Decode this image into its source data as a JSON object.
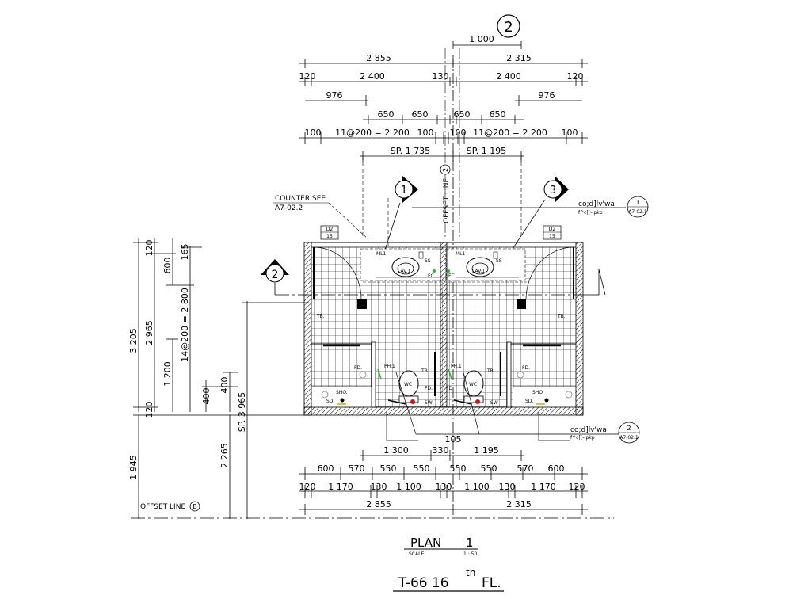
{
  "section_marks": {
    "top": "2",
    "left": "2",
    "detail_1": "1",
    "detail_3": "3"
  },
  "top_dims": {
    "d1000": "1 000",
    "d2855": "2 855",
    "d2315": "2 315",
    "d120a": "120",
    "d2400a": "2 400",
    "d130": "130",
    "d2400b": "2 400",
    "d120b": "120",
    "d976a": "976",
    "d976b": "976",
    "d650a": "650",
    "d650b": "650",
    "d650c": "650",
    "d650d": "650",
    "d100a": "100",
    "d11a": "11@200 = 2 200",
    "d100b": "100",
    "d100c": "100",
    "d11b": "11@200 = 2 200",
    "d100d": "100",
    "sp1735": "SP. 1 735",
    "sp1195": "SP. 1 195"
  },
  "left_dims": {
    "d3205": "3 205",
    "d2965": "2 965",
    "d120a": "120",
    "d600": "600",
    "d165": "165",
    "d14": "14@200 = 2 800",
    "d1200": "1 200",
    "d120b": "120",
    "d400a": "400",
    "d400b": "400",
    "sp3965": "SP. 3 965",
    "d1945": "1 945",
    "d2265": "2 265"
  },
  "bottom_dims": {
    "d105": "105",
    "d1300": "1 300",
    "d330": "330",
    "d1195": "1 195",
    "row1": [
      "600",
      "570",
      "550",
      "550",
      "550",
      "550",
      "570",
      "600"
    ],
    "row2": [
      "120",
      "1 170",
      "130",
      "1 100",
      "130",
      "1 100",
      "130",
      "1 170",
      "120"
    ],
    "d2855": "2 855",
    "d2315": "2 315"
  },
  "annotations": {
    "counter": "COUNTER SEE",
    "counter_ref": "A7-02.2",
    "offset_line": "OFFSET LINE",
    "offset_2": "2",
    "offset_line_b": "OFFSET LINE",
    "offset_b": "B",
    "callout_main": "co;d]lv'wa",
    "callout_sub": "f^c[[--pkp",
    "callout_1_num": "1",
    "callout_1_ref": "A7-02.1",
    "callout_2_num": "2",
    "callout_2_ref": "A7-02.1",
    "d2_tag": "D2",
    "d2_sub": "15"
  },
  "fixtures": {
    "ml": "ML1",
    "ss": "SS",
    "lav": "LAV.1",
    "fc": "FC",
    "tb": "TB.",
    "fd": "FD.",
    "ph": "PH.1",
    "wc": "WC",
    "sw": "SW",
    "sho": "SHO.",
    "sd": "SD."
  },
  "title": {
    "plan": "PLAN",
    "plan_num": "1",
    "scale_label": "SCALE",
    "scale_value": "1 : 50",
    "sheet": "T-66  16",
    "sup": "th",
    "floor": "FL."
  }
}
